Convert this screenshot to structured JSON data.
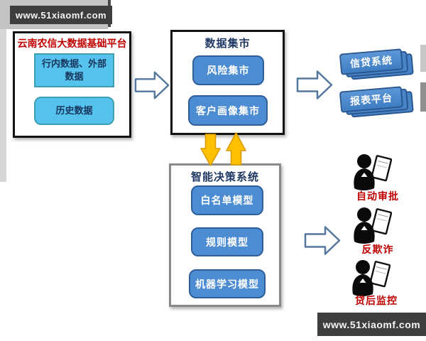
{
  "watermarks": {
    "top": "www.51xiaomf.com",
    "bottom": "www.51xiaomf.com"
  },
  "platform": {
    "title": "云南农信大数据基础平台",
    "items": [
      {
        "label": "行内数据、外部数据"
      },
      {
        "label": "历史数据"
      }
    ]
  },
  "data_mart": {
    "title": "数据集市",
    "items": [
      {
        "label": "风险集市"
      },
      {
        "label": "客户画像集市"
      }
    ]
  },
  "decision": {
    "title": "智能决策系统",
    "items": [
      {
        "label": "白名单模型"
      },
      {
        "label": "规则模型"
      },
      {
        "label": "机器学习模型"
      }
    ]
  },
  "systems": [
    {
      "label": "信贷系统"
    },
    {
      "label": "报表平台"
    }
  ],
  "applications": [
    {
      "label": "自动审批"
    },
    {
      "label": "反欺诈"
    },
    {
      "label": "贷后监控"
    }
  ],
  "colors": {
    "title_red": "#C00000",
    "navy_text": "#1F3864",
    "blue_fill": "#4C8CD2",
    "blue_border": "#2F5F9B",
    "lightblue_fill": "#55C3EE",
    "lightblue_border": "#3E9FAE",
    "yellow_arrow": "#FFC000",
    "yellow_arrow_border": "#D79B00",
    "hollow_arrow_border": "#54779E",
    "watermark_bar": "#3E3E3E"
  }
}
